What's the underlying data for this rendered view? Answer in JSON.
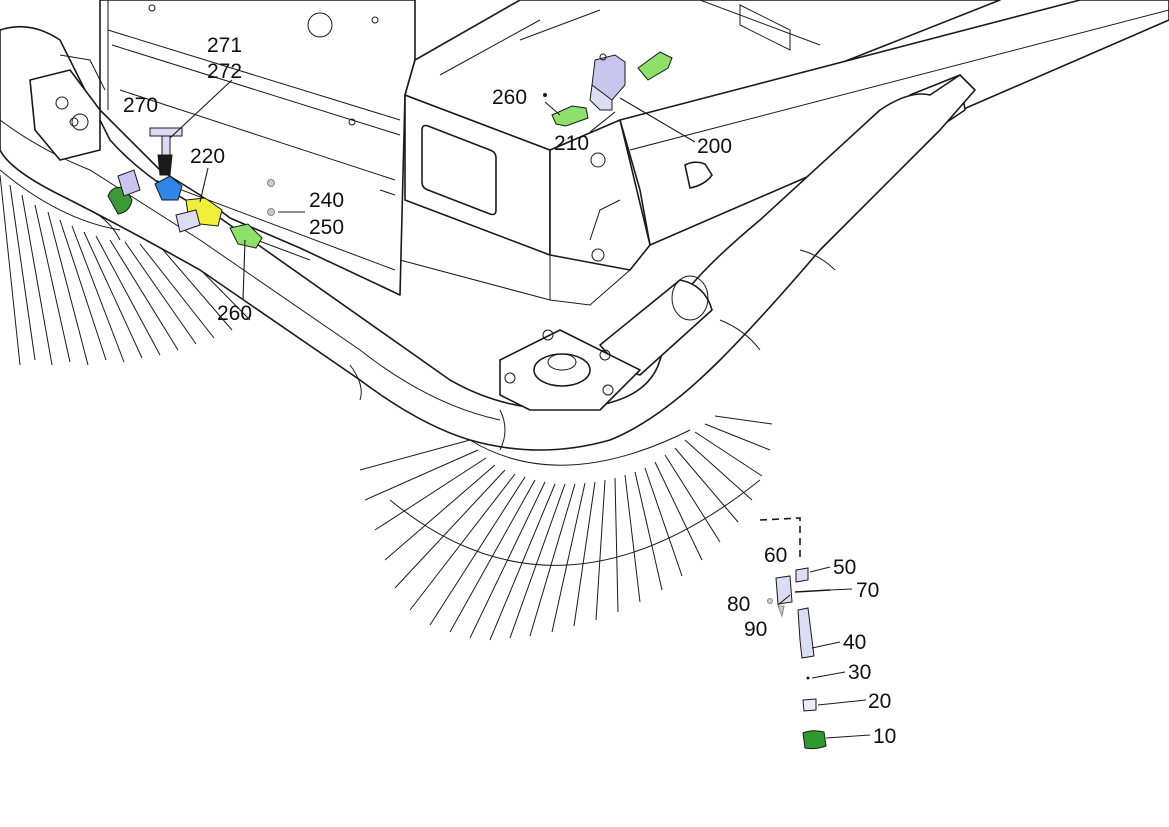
{
  "diagram": {
    "callouts": {
      "c271": "271",
      "c272": "272",
      "c270": "270",
      "c220": "220",
      "c240": "240",
      "c250": "250",
      "c260_left": "260",
      "c260_top": "260",
      "c210": "210",
      "c200": "200",
      "c60": "60",
      "c50": "50",
      "c70": "70",
      "c80": "80",
      "c90": "90",
      "c40": "40",
      "c30": "30",
      "c20": "20",
      "c10": "10"
    },
    "part_colors": {
      "fitting_green": "#8ee06a",
      "valve_lavender": "#c8c6ee",
      "connector_blue": "#2f86e6",
      "connector_yellow": "#f1ee3a",
      "nozzle_cap_green": "#2e9a2e",
      "elbow_green": "#3a9a3a",
      "pale_part": "#dcdcf4"
    }
  }
}
